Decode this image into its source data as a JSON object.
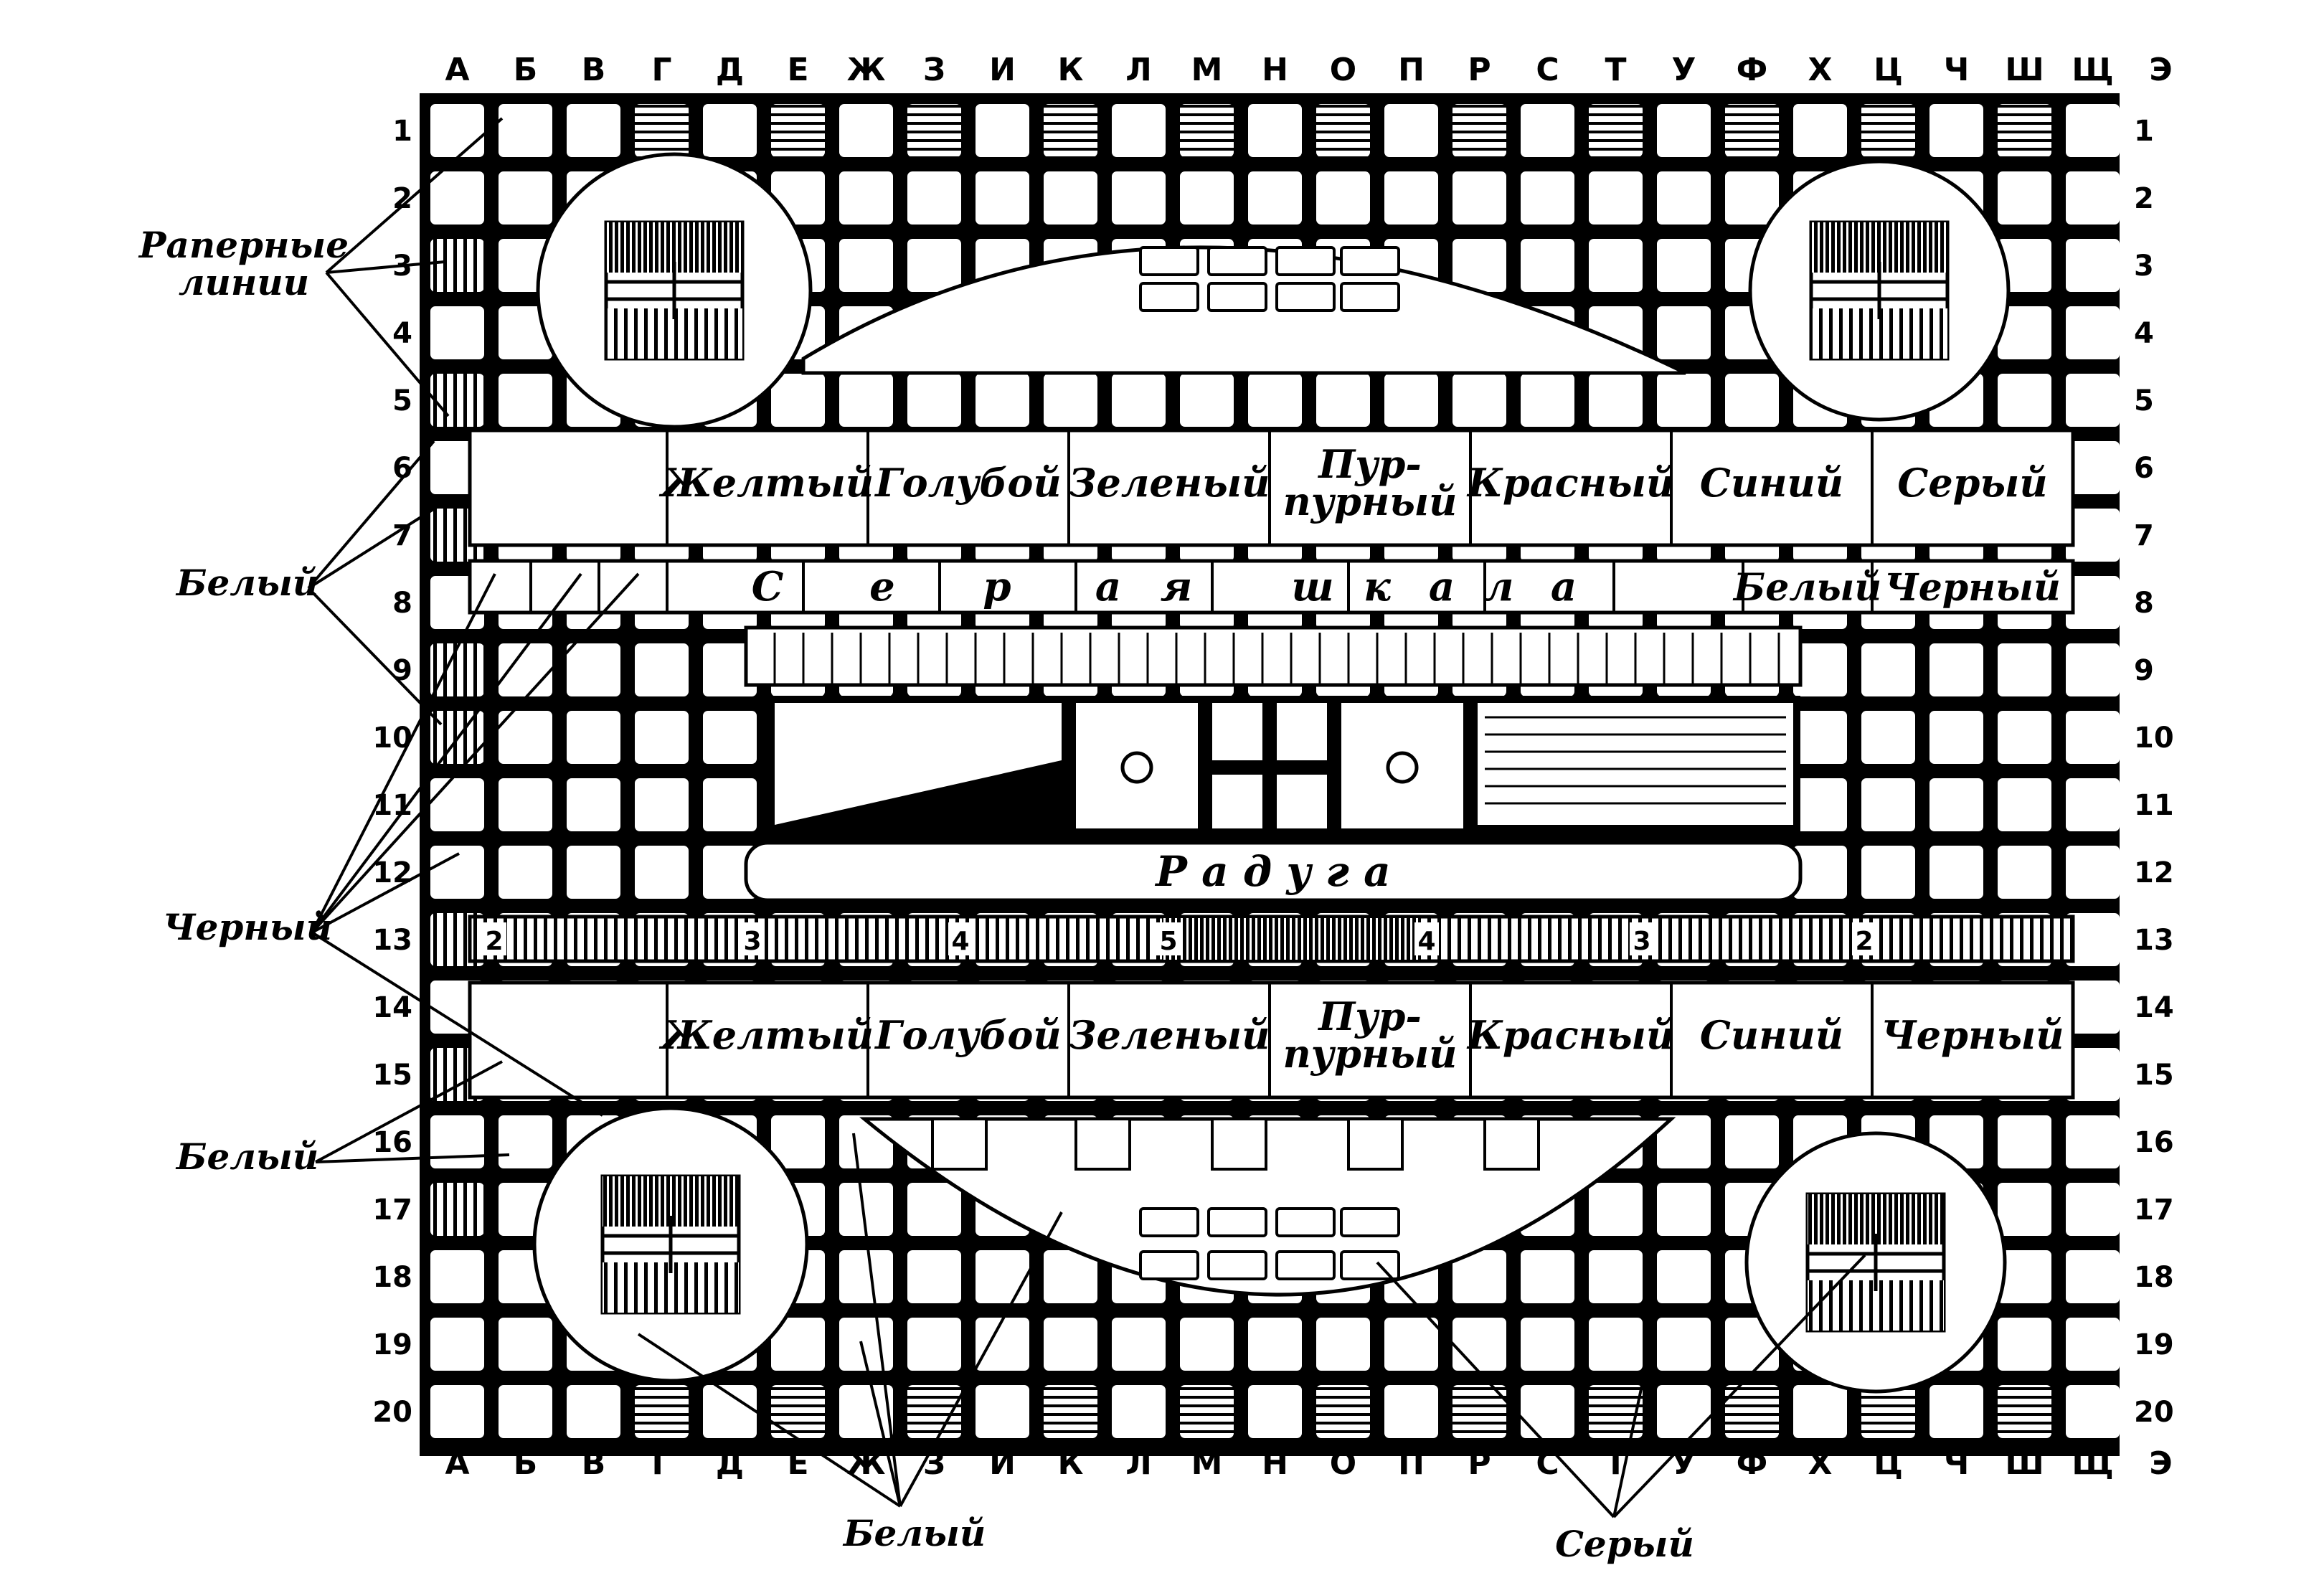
{
  "columns": [
    "А",
    "Б",
    "В",
    "Г",
    "Д",
    "Е",
    "Ж",
    "З",
    "И",
    "К",
    "Л",
    "М",
    "Н",
    "О",
    "П",
    "Р",
    "С",
    "Т",
    "У",
    "Ф",
    "Х",
    "Ц",
    "Ч",
    "Ш",
    "Щ",
    "Э"
  ],
  "rows": [
    "1",
    "2",
    "3",
    "4",
    "5",
    "6",
    "7",
    "8",
    "9",
    "10",
    "11",
    "12",
    "13",
    "14",
    "15",
    "16",
    "17",
    "18",
    "19",
    "20"
  ],
  "colors_top": [
    "Желтый",
    "Голубой",
    "Зеленый",
    "Пур-|пурный",
    "Красный",
    "Синий",
    "Серый"
  ],
  "colors_bottom": [
    "Желтый",
    "Голубой",
    "Зеленый",
    "Пур-|пурный",
    "Красный",
    "Синий",
    "Черный"
  ],
  "gray_scale_letters": [
    "С",
    "е",
    "р",
    "а",
    "я",
    "ш",
    "к",
    "а",
    "л",
    "а"
  ],
  "gray_scale_white": "Белый",
  "gray_scale_black": "Черный",
  "rainbow_text": "Радуга",
  "stripe_numbers": [
    "2",
    "3",
    "4",
    "5",
    "4",
    "3",
    "2"
  ],
  "annotations": {
    "raster_lines": "Раперные|линии",
    "white_1": "Белый",
    "black": "Черный",
    "white_2": "Белый",
    "white_3": "Белый",
    "gray": "Серый"
  }
}
